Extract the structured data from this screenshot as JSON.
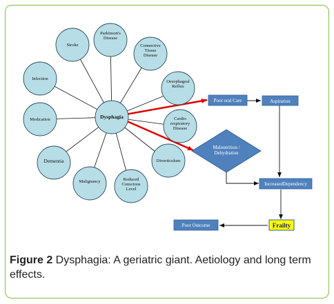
{
  "diagram": {
    "center": "Dysphagia",
    "causes": [
      [
        "Parkinson's",
        "Disease"
      ],
      [
        "Connective",
        "Tissue",
        "Disease"
      ],
      [
        "Oesophageal",
        "Reflux"
      ],
      [
        "Cardio",
        "respiratory",
        "Disease"
      ],
      [
        "Diverticulum"
      ],
      [
        "Reduced",
        "Conscious",
        "Level"
      ],
      [
        "Malignancy"
      ],
      [
        "Dementia"
      ],
      [
        "Medication"
      ],
      [
        "Infection"
      ],
      [
        "Stroke"
      ]
    ],
    "boxes": {
      "poor_oral_care": "Poor oral Care",
      "aspiration": "Aspiration",
      "malnutrition": [
        "Malnutrition /",
        "Dehydration"
      ],
      "increased_dependency": "IncreasedDependency",
      "frailty": "Frailty",
      "poor_outcome": "Poor Outcome"
    },
    "colors": {
      "circle_fill": "#b7dde6",
      "circle_stroke": "#2a4a5a",
      "box_fill": "#4f81bd",
      "frailty_fill": "#ffff00",
      "red_arrow": "#e00000",
      "frame": "#7fbf3f"
    }
  },
  "caption": {
    "figure_label": "Figure 2",
    "text": " Dysphagia: A geriatric giant. Aetiology and long term effects."
  }
}
